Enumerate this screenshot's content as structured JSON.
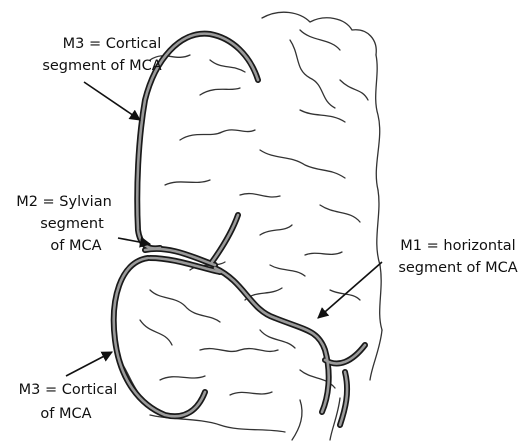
{
  "labels": {
    "m3_top": [
      "M3 = Cortical",
      "segment of MCA"
    ],
    "m2": [
      "M2 = Sylvian",
      "segment",
      "of MCA"
    ],
    "m1": [
      "M1 = horizontal",
      "segment of MCA"
    ],
    "m3_bottom": [
      "M3 = Cortical",
      "of MCA"
    ]
  },
  "colors": {
    "vessel_outline": "#1a1a1a",
    "vessel_fill": "#9a9a9a",
    "brain_line": "#333333",
    "text": "#111111"
  }
}
